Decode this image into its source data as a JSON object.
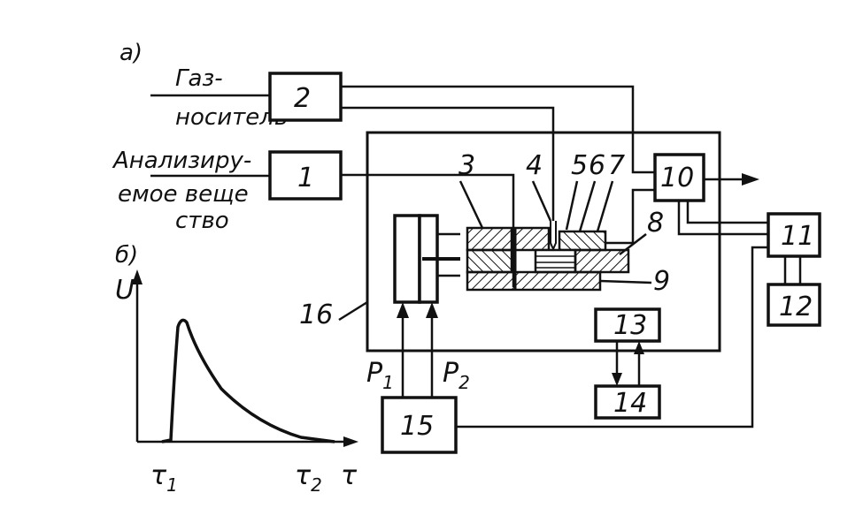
{
  "panel_a": {
    "label": "а)",
    "gas_carrier_line1": "Газ-",
    "gas_carrier_line2": "носитель",
    "analyte_line1": "Анализиру-",
    "analyte_line2": "емое веще",
    "analyte_line3": "ство"
  },
  "blocks": {
    "b1": "1",
    "b2": "2",
    "b10": "10",
    "b11": "11",
    "b12": "12",
    "b13": "13",
    "b14": "14",
    "b15": "15"
  },
  "callouts": {
    "c3": "3",
    "c4": "4",
    "c5": "5",
    "c6": "6",
    "c7": "7",
    "c8": "8",
    "c9": "9",
    "c16": "16"
  },
  "pressures": {
    "p1": "P",
    "p1_sub": "1",
    "p2": "P",
    "p2_sub": "2"
  },
  "panel_b": {
    "label": "б)",
    "y_axis": "U",
    "t1": "τ",
    "t1_sub": "1",
    "t2": "τ",
    "t2_sub": "2",
    "t_axis": "τ"
  }
}
